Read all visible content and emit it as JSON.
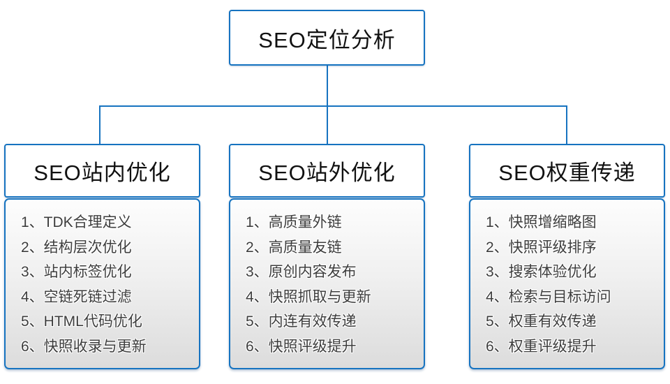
{
  "diagram": {
    "root": {
      "label": "SEO定位分析"
    },
    "branches": [
      {
        "title": "SEO站内优化",
        "items": [
          "1、TDK合理定义",
          "2、结构层次优化",
          "3、站内标签优化",
          "4、空链死链过滤",
          "5、HTML代码优化",
          "6、快照收录与更新"
        ]
      },
      {
        "title": "SEO站外优化",
        "items": [
          "1、高质量外链",
          "2、高质量友链",
          "3、原创内容发布",
          "4、快照抓取与更新",
          "5、内连有效传递",
          "6、快照评级提升"
        ]
      },
      {
        "title": "SEO权重传递",
        "items": [
          "1、快照增缩略图",
          "2、快照评级排序",
          "3、搜索体验优化",
          "4、检索与目标访问",
          "5、权重有效传递",
          "6、权重评级提升"
        ]
      }
    ],
    "colors": {
      "accent_blue": "#1673c0",
      "item_text": "#3d3d3d",
      "panel_gradient_top": "#fdfdfd",
      "panel_gradient_bottom": "#dcdcdc"
    }
  }
}
